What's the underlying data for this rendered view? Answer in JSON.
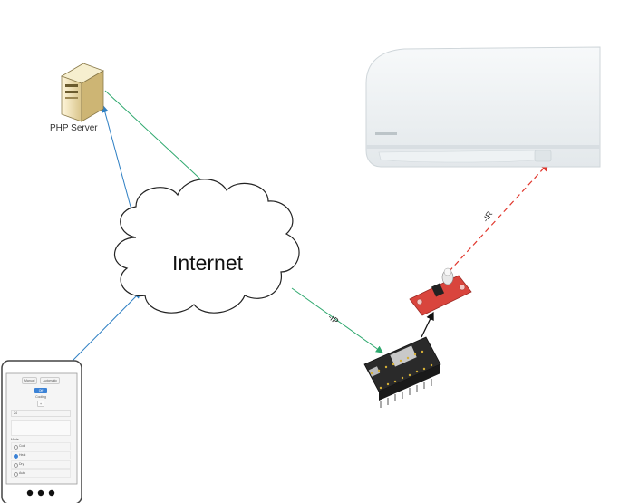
{
  "server": {
    "label": "PHP Server"
  },
  "cloud": {
    "label": "Internet"
  },
  "links": {
    "ip_label": "-IP",
    "ir_label": "-IR"
  },
  "phone": {
    "tabs": [
      "Manual",
      "Automatic"
    ],
    "badge": "Off",
    "sub": "Cooling",
    "plus": "+",
    "input": "24",
    "mode_label": "Mode",
    "options": [
      "Cool",
      "Heat",
      "Dry",
      "Auto"
    ],
    "selected_index": 1
  },
  "colors": {
    "green_link": "#2ea86e",
    "blue_link": "#2e7fc3",
    "ir_link": "#e0352b",
    "board": "#2a2a2a",
    "sensor_board": "#d9453d"
  }
}
